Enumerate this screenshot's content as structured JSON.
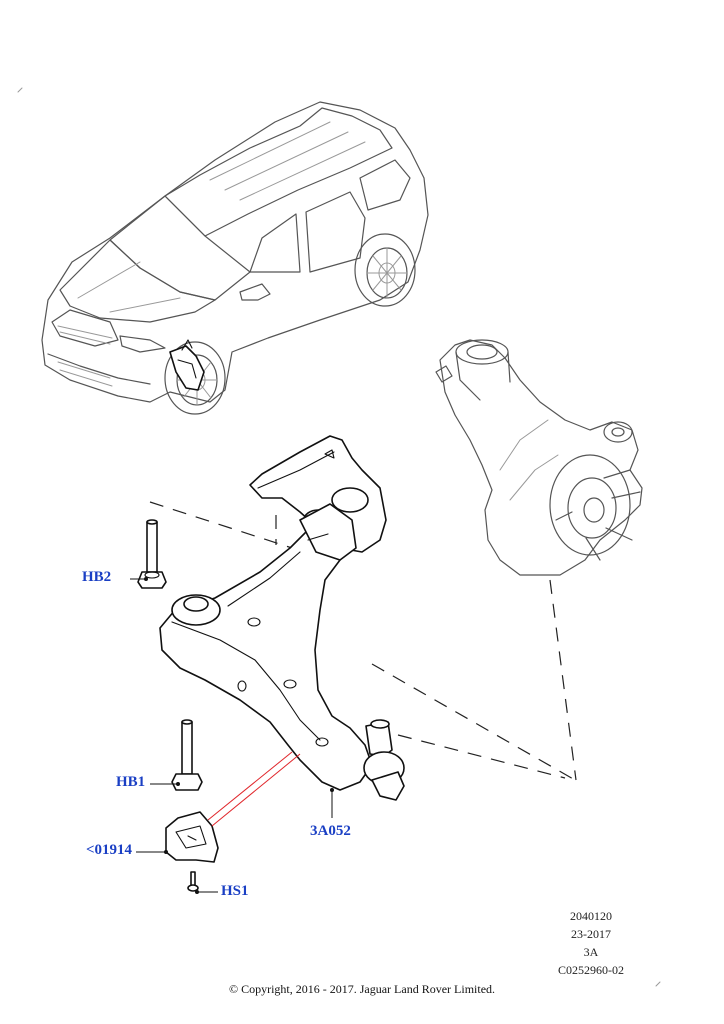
{
  "callouts": {
    "hb2": "HB2",
    "hb1": "HB1",
    "part_01914": "<01914",
    "hs1": "HS1",
    "part_3a052": "3A052"
  },
  "metadata": {
    "illustration_number": "2040120",
    "date": "23-2017",
    "revision": "3A",
    "drawing_code": "C0252960-02"
  },
  "copyright": "© Copyright, 2016 - 2017. Jaguar Land Rover Limited.",
  "colors": {
    "callout_text": "#1a3fc4",
    "leader_red": "#e0262b"
  }
}
